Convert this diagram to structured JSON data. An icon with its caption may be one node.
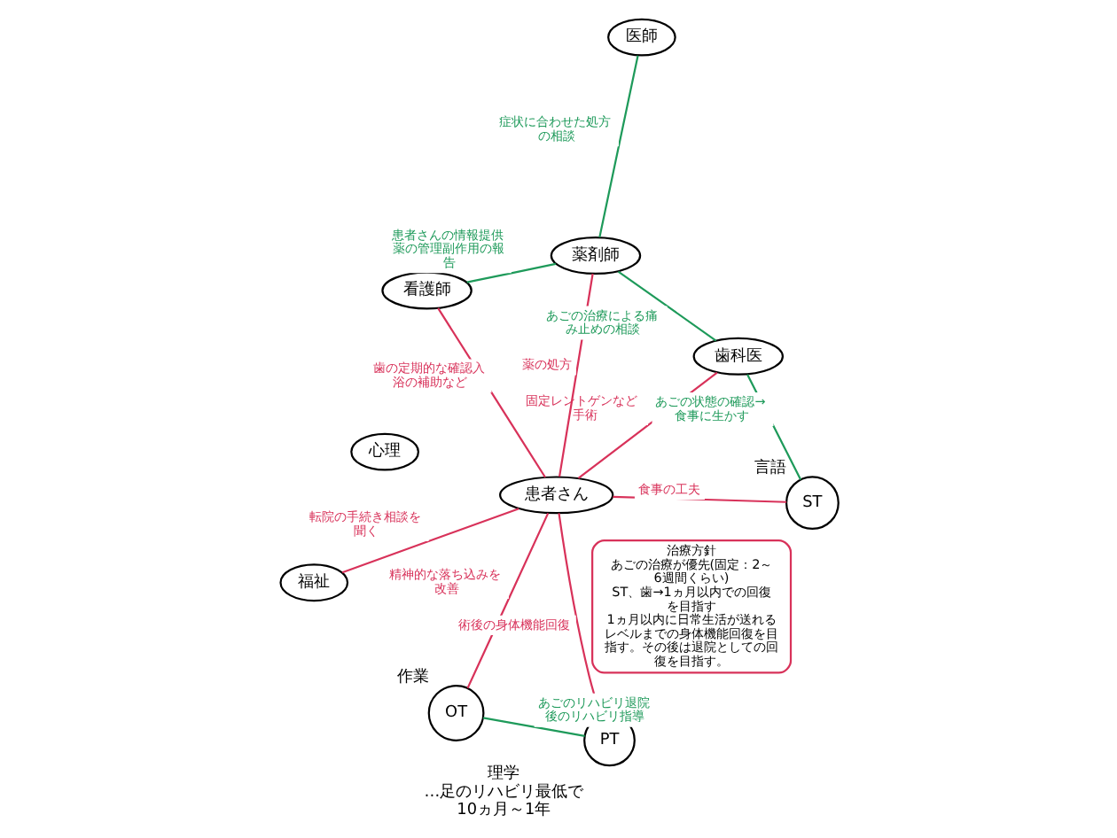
{
  "diagram": {
    "nodes": [
      {
        "text": [
          "患者さん"
        ]
      },
      {
        "text": [
          "医師"
        ]
      },
      {
        "text": [
          "福祉"
        ]
      },
      {
        "text": [
          "心理"
        ]
      },
      {
        "text": [
          "歯科医"
        ]
      },
      {
        "text": [
          "看護師"
        ]
      },
      {
        "text": [
          "薬剤師"
        ]
      },
      {
        "text": [
          "ST"
        ],
        "beside": [
          "言語"
        ]
      },
      {
        "text": [
          "OT"
        ],
        "beside": [
          "作業"
        ]
      },
      {
        "text": [
          "PT"
        ],
        "beside": [
          "理学",
          "…足のリハビリ最低で10ヵ月～1年"
        ]
      },
      {
        "text": [
          "治療方針",
          "あごの治療が優先(固定：2～6週間くらい)",
          "ST、歯→1ヵ月以内での回復を目指す",
          "1ヵ月以内に日常生活が送れるレベルまでの身体機能回復を目指す。その後は退院としての回復を目指す。"
        ]
      }
    ],
    "edges": [
      {
        "from": 2,
        "to": 0,
        "arrow": "none",
        "label": "転院の手続き相談を聞く"
      },
      {
        "from": 1,
        "to": 6,
        "arrow": "none",
        "label": "症状に合わせた処方の相談",
        "color": "#1e9a5a"
      },
      {
        "from": 7,
        "to": 4,
        "arrow": "none",
        "label": "あごの状態の確認→食事に生かす",
        "color": "#1e9a5a"
      },
      {
        "from": 0,
        "to": 4,
        "arrow": "none",
        "label": "固定レントゲンなど手術"
      },
      {
        "from": 0,
        "to": 5,
        "arrow": "none",
        "label": "歯の定期的な確認入浴の補助など"
      },
      {
        "from": 4,
        "to": 6,
        "arrow": "none",
        "label": "あごの治療による痛み止めの相談",
        "color": "#1e9a5a"
      },
      {
        "from": 0,
        "to": 7,
        "arrow": "none",
        "label": "食事の工夫"
      },
      {
        "from": 5,
        "to": 6,
        "arrow": "none",
        "label": "患者さんの情報提供薬の管理副作用の報告",
        "color": "#1e9a5a"
      },
      {
        "from": 0,
        "to": 6,
        "arrow": "none",
        "label": "薬の処方"
      },
      {
        "from": 0,
        "to": 8,
        "arrow": "none",
        "label": "精神的な落ち込みを改善"
      },
      {
        "from": 0,
        "to": 9,
        "arrow": "none",
        "label": "術後の身体機能回復"
      },
      {
        "from": 8,
        "to": 9,
        "arrow": "none",
        "label": "あごのリハビリ退院後のリハビリ指導",
        "color": "#1e9a5a"
      }
    ]
  }
}
